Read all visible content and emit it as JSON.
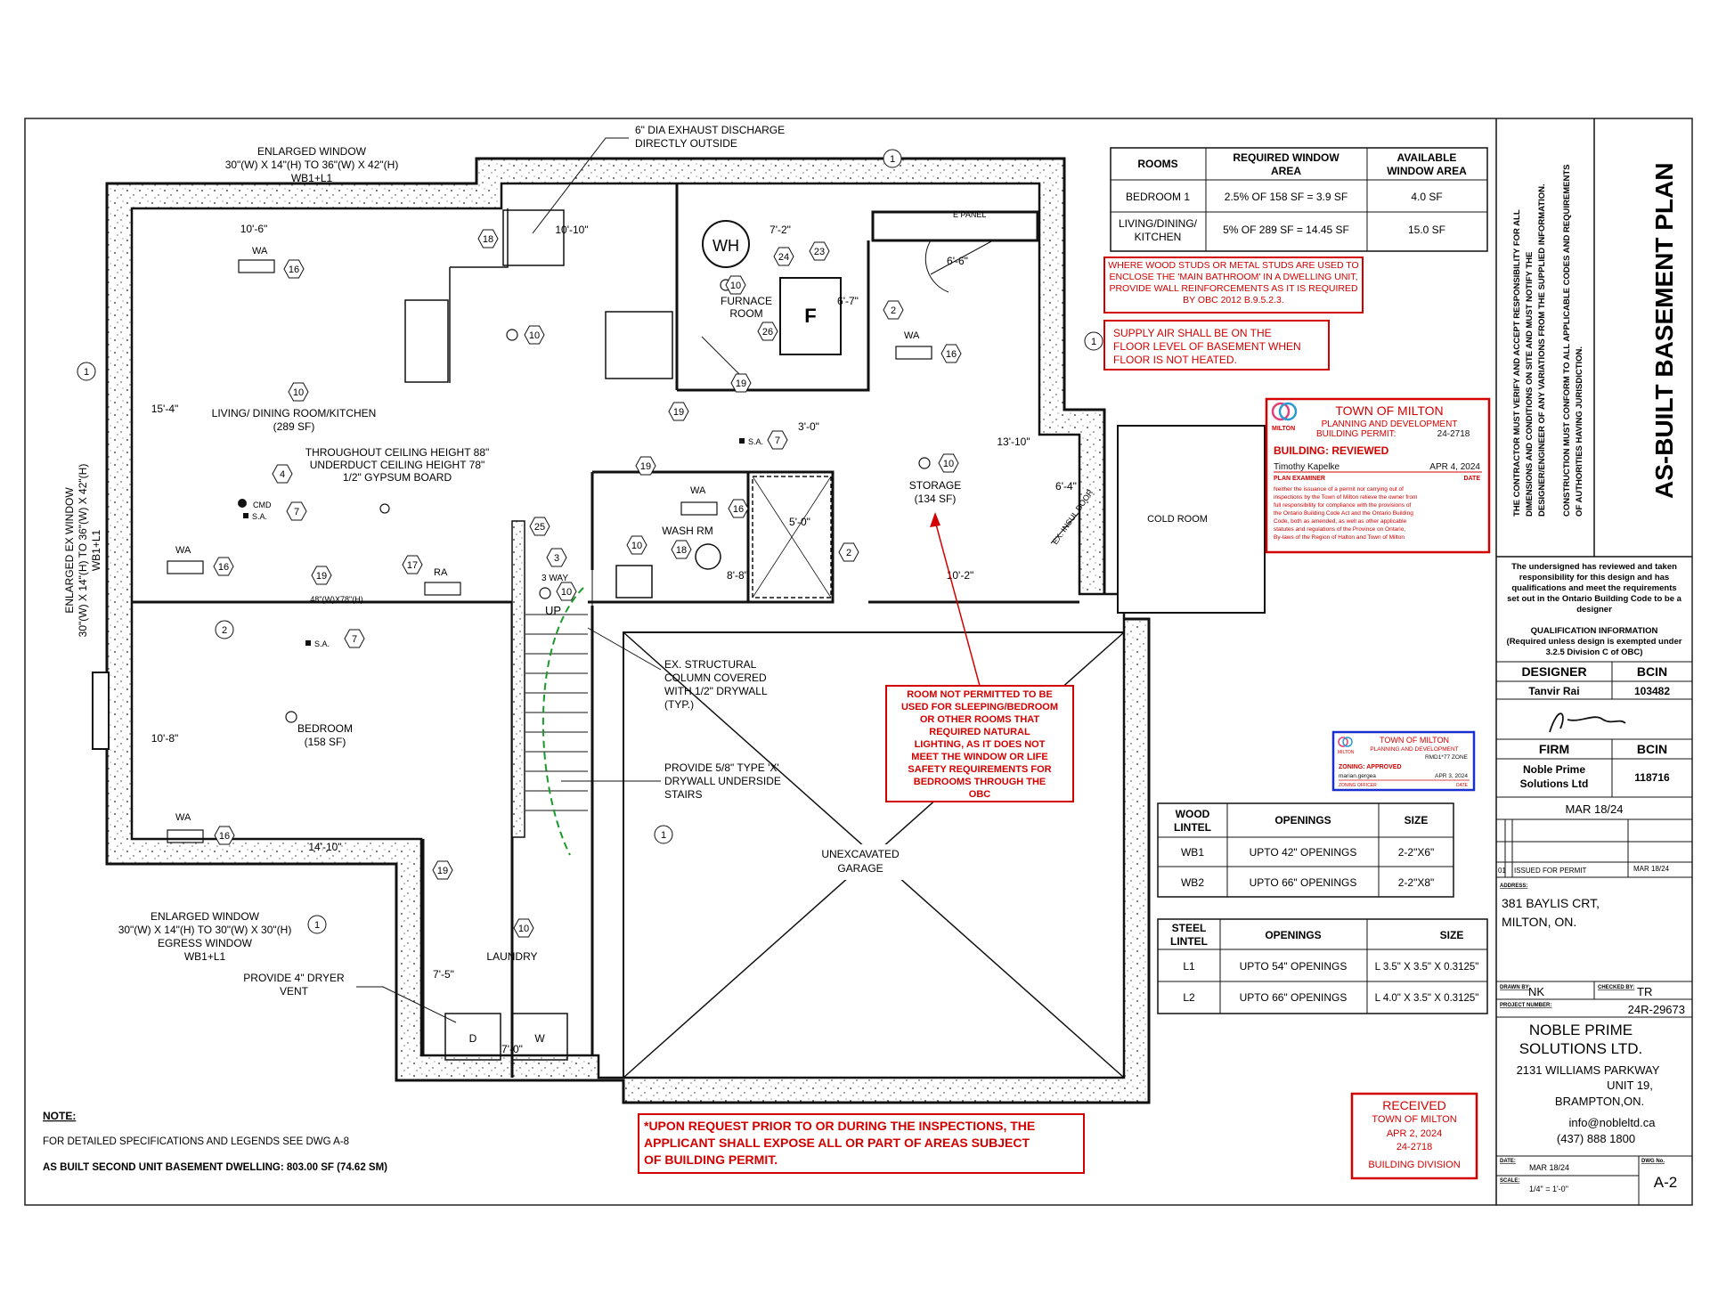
{
  "sheet": {
    "title": "AS-BUILT BASEMENT PLAN",
    "contractor_note": [
      "THE CONTRACTOR MUST VERIFY AND ACCEPT RESPONSIBILITY FOR ALL",
      "DIMENSIONS AND CONDITIONS ON SITE AND MUST NOTIFY THE",
      "DESIGNER/ENGINEER OF ANY VARIATIONS FROM THE SUPPLIED INFORMATION.",
      "CONSTRUCTION MUST CONFORM TO ALL APPLICABLE CODES AND REQUIREMENTS",
      "OF AUTHORITIES HAVING JURISDICTION."
    ]
  },
  "window_table": {
    "headers": [
      "ROOMS",
      "REQUIRED WINDOW AREA",
      "AVAILABLE WINDOW AREA"
    ],
    "header_lines": [
      [
        "ROOMS"
      ],
      [
        "REQUIRED WINDOW",
        "AREA"
      ],
      [
        "AVAILABLE",
        "WINDOW AREA"
      ]
    ],
    "rows": [
      {
        "room": [
          "BEDROOM 1"
        ],
        "required": "2.5% OF 158 SF = 3.9 SF",
        "available": "4.0 SF"
      },
      {
        "room": [
          "LIVING/DINING/",
          "KITCHEN"
        ],
        "required": "5% OF 289 SF = 14.45 SF",
        "available": "15.0 SF"
      }
    ]
  },
  "red_notes": {
    "studs": [
      "WHERE WOOD STUDS OR METAL STUDS ARE USED TO",
      "ENCLOSE THE 'MAIN BATHROOM' IN A DWELLING UNIT,",
      "PROVIDE WALL REINFORCEMENTS AS IT IS REQUIRED",
      "BY OBC 2012 B.9.5.2.3."
    ],
    "supply_air": [
      "SUPPLY AIR SHALL BE ON THE",
      "FLOOR LEVEL OF BASEMENT WHEN",
      "FLOOR IS NOT HEATED."
    ],
    "room_not_permitted": [
      "ROOM NOT PERMITTED TO BE",
      "USED FOR SLEEPING/BEDROOM",
      "OR OTHER ROOMS THAT",
      "REQUIRED NATURAL",
      "LIGHTING, AS IT DOES NOT",
      "MEET THE WINDOW OR LIFE",
      "SAFETY REQUIREMENTS FOR",
      "BEDROOMS THROUGH THE",
      "OBC"
    ],
    "inspection": [
      "*UPON REQUEST PRIOR TO OR DURING THE INSPECTIONS, THE",
      "APPLICANT SHALL EXPOSE ALL OR PART OF AREAS SUBJECT",
      "OF BUILDING PERMIT."
    ]
  },
  "stamp_permit": {
    "logo": "MILTON",
    "town": "TOWN OF MILTON",
    "dept": "PLANNING AND DEVELOPMENT",
    "permit_label": "BUILDING PERMIT:",
    "permit_no": "24-2718",
    "status": "BUILDING: REVIEWED",
    "examiner": "Timothy Kapelke",
    "date": "APR 4, 2024",
    "examiner_label": "PLAN EXAMINER",
    "date_label": "DATE",
    "fine_print": [
      "Neither the issuance of a permit nor carrying out of",
      "inspections by the Town of Milton relieve the owner from",
      "full responsibility for compliance with the provisions of",
      "the Ontario Building Code Act and the Ontario Building",
      "Code, both as amended, as well as other applicable",
      "statutes and regulations of the Province on Ontario,",
      "By-laws of the Region of Halton and Town of Milton"
    ]
  },
  "stamp_zoning": {
    "logo": "MILTON",
    "town": "TOWN OF MILTON",
    "dept": "PLANNING AND DEVELOPMENT",
    "zone": "RMD1*77 ZONE",
    "status": "ZONING: APPROVED",
    "officer": "marian.gergea",
    "date": "APR 3, 2024",
    "officer_label": "ZONING OFFICER",
    "date_label": "DATE"
  },
  "stamp_received": {
    "title": "RECEIVED",
    "town": "TOWN OF MILTON",
    "date": "APR 2, 2024",
    "no": "24-2718",
    "division": "BUILDING DIVISION"
  },
  "wood_lintel": {
    "headers": [
      [
        "WOOD",
        "LINTEL"
      ],
      [
        "OPENINGS"
      ],
      [
        "SIZE"
      ]
    ],
    "rows": [
      [
        "WB1",
        "UPTO 42\" OPENINGS",
        "2-2\"X6\""
      ],
      [
        "WB2",
        "UPTO 66\" OPENINGS",
        "2-2\"X8\""
      ]
    ]
  },
  "steel_lintel": {
    "headers": [
      [
        "STEEL",
        "LINTEL"
      ],
      [
        "OPENINGS"
      ],
      [
        "SIZE"
      ]
    ],
    "rows": [
      [
        "L1",
        "UPTO 54\" OPENINGS",
        "L 3.5\" X 3.5\" X 0.3125\""
      ],
      [
        "L2",
        "UPTO 66\" OPENINGS",
        "L 4.0\" X 3.5\" X 0.3125\""
      ]
    ]
  },
  "title_block": {
    "designer_statement": [
      "The undersigned has reviewed and taken",
      "responsibility for this design and has",
      "qualifications and meet the requirements",
      "set out in the Ontario Building Code to be a",
      "designer"
    ],
    "qualification": [
      "QUALIFICATION INFORMATION",
      "(Required unless design is exempted under",
      "3.2.5 Division C of OBC)"
    ],
    "designer_label": "DESIGNER",
    "bcin_label": "BCIN",
    "designer_name": "Tanvir Rai",
    "designer_bcin": "103482",
    "firm_label": "FIRM",
    "firm_name": [
      "Noble Prime",
      "Solutions Ltd"
    ],
    "firm_bcin": "118716",
    "date": "MAR 18/24",
    "issue_no": "01",
    "issue_desc": "ISSUED FOR PERMIT",
    "issue_date": "MAR 18/24",
    "address_label": "ADDRESS:",
    "address": [
      "381 BAYLIS CRT,",
      "MILTON, ON."
    ],
    "drawn_label": "DRAWN BY:",
    "drawn": "NK",
    "checked_label": "CHECKED BY:",
    "checked": "TR",
    "project_label": "PROJECT NUMBER:",
    "project": "24R-29673",
    "company": [
      "NOBLE PRIME",
      "SOLUTIONS LTD."
    ],
    "company_address": [
      "2131 WILLIAMS PARKWAY",
      "UNIT 19,",
      "BRAMPTON,ON."
    ],
    "email": "info@nobleltd.ca",
    "phone": "(437) 888 1800",
    "date_label": "DATE:",
    "sheet_date": "MAR 18/24",
    "dwg_label": "DWG No.",
    "dwg": "A-2",
    "scale_label": "SCALE:",
    "scale": "1/4\" = 1'-0\""
  },
  "notes": {
    "title": "NOTE:",
    "line1": "FOR DETAILED SPECIFICATIONS AND LEGENDS SEE DWG A-8",
    "line2": "AS BUILT SECOND UNIT BASEMENT DWELLING: 803.00 SF (74.62 SM)"
  },
  "plan": {
    "top_window": [
      "ENLARGED WINDOW",
      "30\"(W) X 14\"(H) TO 36\"(W) X 42\"(H)",
      "WB1+L1"
    ],
    "exhaust": [
      "6\" DIA EXHAUST DISCHARGE",
      "DIRECTLY OUTSIDE"
    ],
    "left_window": [
      "ENLARGED EX WINDOW",
      "30\"(W) X 14\"(H) TO 36\"(W) X 42\"(H)",
      "WB1+L1"
    ],
    "bottom_window": [
      "ENLARGED WINDOW",
      "30\"(W) X 14\"(H) TO 30\"(W) X 30\"(H)",
      "EGRESS WINDOW",
      "WB1+L1"
    ],
    "living": [
      "LIVING/ DINING ROOM/KITCHEN",
      "(289 SF)"
    ],
    "ceiling": [
      "THROUGHOUT CEILING HEIGHT 88\"",
      "UNDERDUCT CEILING HEIGHT 78\"",
      "1/2\" GYPSUM BOARD"
    ],
    "bedroom": [
      "BEDROOM",
      "(158 SF)"
    ],
    "storage": [
      "STORAGE",
      "(134 SF)"
    ],
    "furnace": [
      "FURNACE",
      "ROOM"
    ],
    "washrm": "WASH RM",
    "laundry": "LAUNDRY",
    "cold_room": "COLD ROOM",
    "garage": [
      "UNEXCAVATED",
      "GARAGE"
    ],
    "e_panel": "E PANEL",
    "column": [
      "EX. STRUCTURAL",
      "COLUMN COVERED",
      "WITH 1/2\" DRYWALL",
      "(TYP.)"
    ],
    "drywall": [
      "PROVIDE 5/8\" TYPE 'X'",
      "DRYWALL UNDERSIDE",
      "STAIRS"
    ],
    "dryer": [
      "PROVIDE 4\" DRYER",
      "VENT"
    ],
    "insul_door": "EX. INSUL DOOR",
    "up": "UP",
    "three_way": "3 WAY",
    "wh": "WH",
    "f": "F",
    "d": "D",
    "w": "W",
    "wa": "WA",
    "ra": "RA",
    "cmd": "CMD",
    "sa": "S.A.",
    "door_48": "48\"(W)X78\"(H)",
    "dims": {
      "d_10_6": "10'-6\"",
      "d_10_10": "10'-10\"",
      "d_7_2": "7'-2\"",
      "d_6_6": "6'-6\"",
      "d_6_7": "6'-7\"",
      "d_15_4": "15'-4\"",
      "d_3_0": "3'-0\"",
      "d_13_10": "13'-10\"",
      "d_6_4": "6'-4\"",
      "d_5_0": "5'-0\"",
      "d_8_8": "8'-8\"",
      "d_10_2": "10'-2\"",
      "d_10_8": "10'-8\"",
      "d_14_10": "14'-10\"",
      "d_7_5": "7'-5\"",
      "d_7_0": "7'-0\""
    }
  },
  "colors": {
    "ink": "#111111",
    "red": "#d40000",
    "blue": "#1a2fd0",
    "green": "#1a9a2a"
  }
}
